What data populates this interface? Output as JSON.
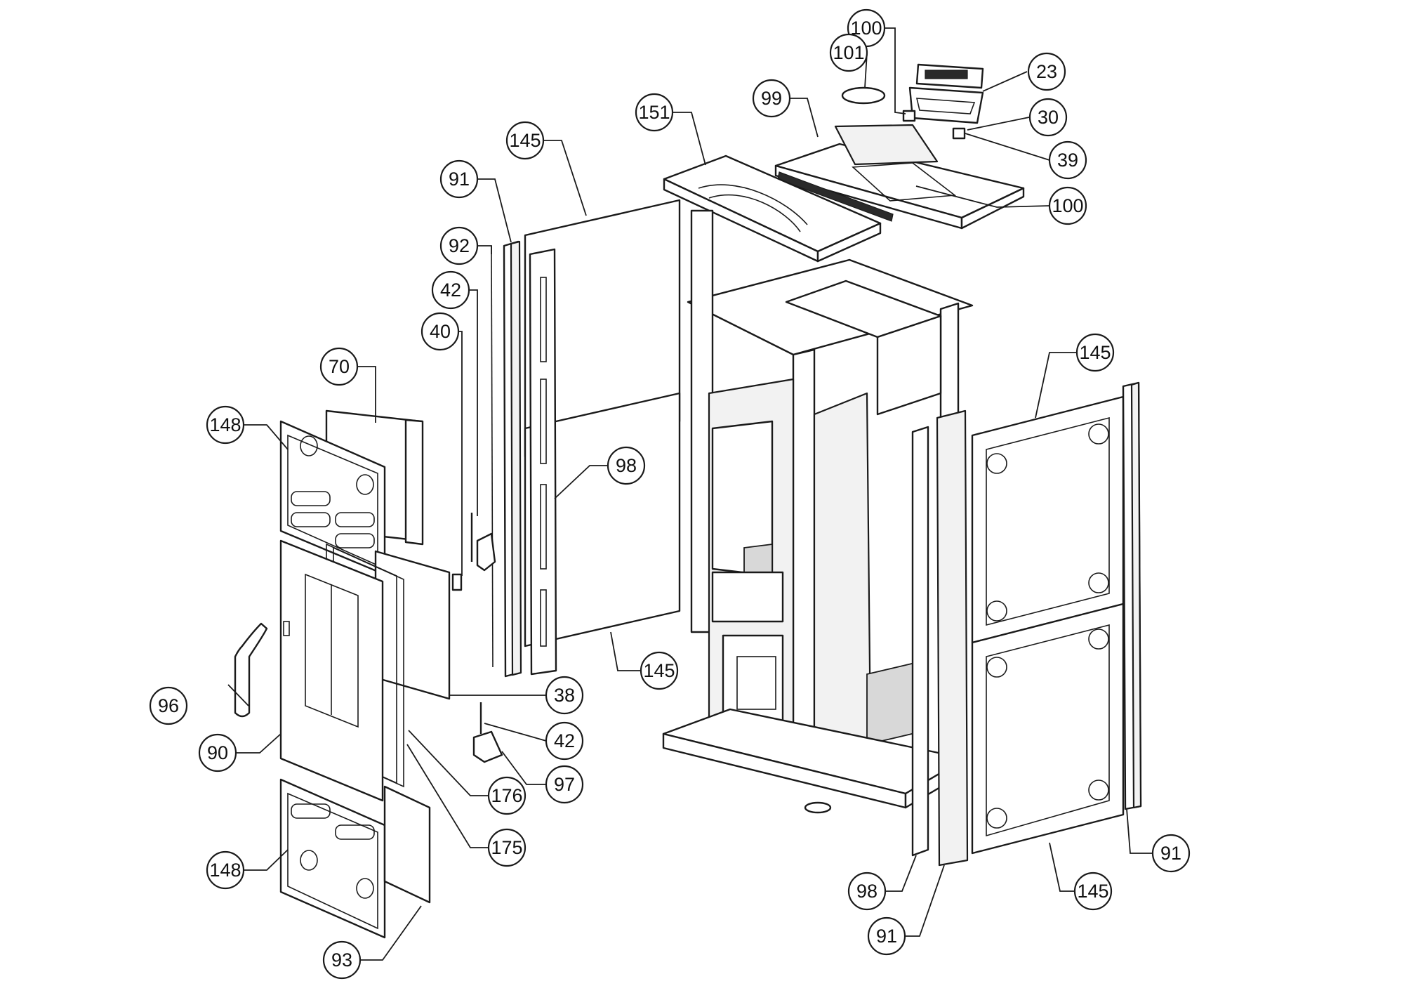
{
  "callouts": [
    {
      "id": "c-100a",
      "number": "100"
    },
    {
      "id": "c-101",
      "number": "101"
    },
    {
      "id": "c-23",
      "number": "23"
    },
    {
      "id": "c-99",
      "number": "99"
    },
    {
      "id": "c-151",
      "number": "151"
    },
    {
      "id": "c-30",
      "number": "30"
    },
    {
      "id": "c-145a",
      "number": "145"
    },
    {
      "id": "c-39",
      "number": "39"
    },
    {
      "id": "c-91a",
      "number": "91"
    },
    {
      "id": "c-100b",
      "number": "100"
    },
    {
      "id": "c-92",
      "number": "92"
    },
    {
      "id": "c-42a",
      "number": "42"
    },
    {
      "id": "c-40",
      "number": "40"
    },
    {
      "id": "c-70",
      "number": "70"
    },
    {
      "id": "c-145b",
      "number": "145"
    },
    {
      "id": "c-148a",
      "number": "148"
    },
    {
      "id": "c-98a",
      "number": "98"
    },
    {
      "id": "c-145c",
      "number": "145"
    },
    {
      "id": "c-96",
      "number": "96"
    },
    {
      "id": "c-38",
      "number": "38"
    },
    {
      "id": "c-42b",
      "number": "42"
    },
    {
      "id": "c-90",
      "number": "90"
    },
    {
      "id": "c-97",
      "number": "97"
    },
    {
      "id": "c-176",
      "number": "176"
    },
    {
      "id": "c-175",
      "number": "175"
    },
    {
      "id": "c-91b",
      "number": "91"
    },
    {
      "id": "c-148b",
      "number": "148"
    },
    {
      "id": "c-98b",
      "number": "98"
    },
    {
      "id": "c-145d",
      "number": "145"
    },
    {
      "id": "c-93",
      "number": "93"
    },
    {
      "id": "c-91c",
      "number": "91"
    }
  ]
}
